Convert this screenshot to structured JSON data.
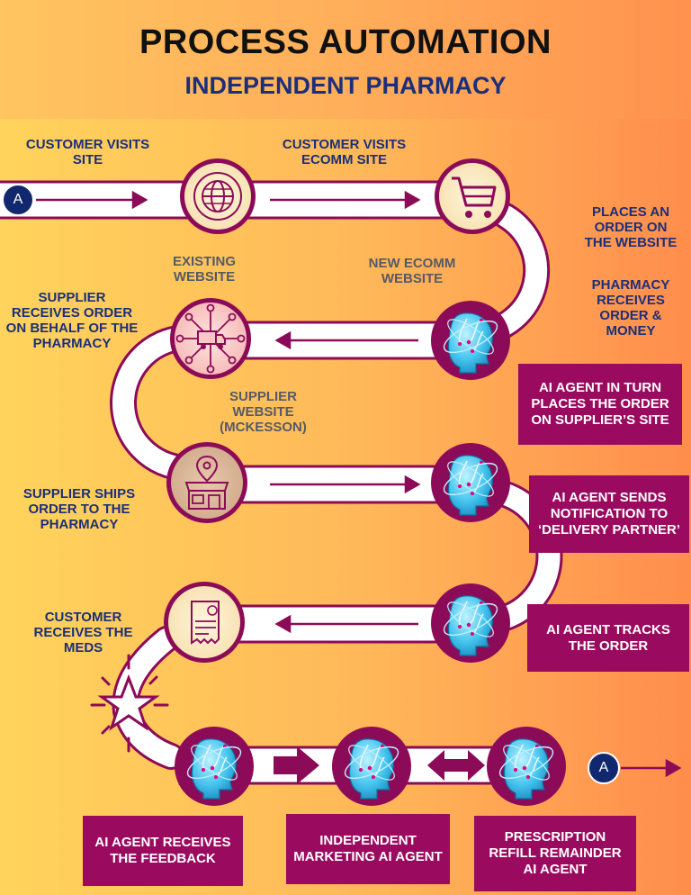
{
  "header": {
    "title": "PROCESS AUTOMATION",
    "subtitle": "INDEPENDENT PHARMACY"
  },
  "markers": {
    "start": "A",
    "end": "A"
  },
  "labels": {
    "customer_visits_site": "CUSTOMER VISITS SITE",
    "customer_visits_ecomm": "CUSTOMER VISITS ECOMM SITE",
    "places_order": "PLACES AN ORDER ON THE WEBSITE",
    "existing_website": "EXISTING WEBSITE",
    "new_ecomm_website": "NEW ECOMM WEBSITE",
    "pharmacy_receives": "PHARMACY RECEIVES ORDER & MONEY",
    "supplier_receives": "SUPPLIER RECEIVES ORDER ON BEHALF OF THE PHARMACY",
    "supplier_website": "SUPPLIER WEBSITE (MCKESSON)",
    "supplier_ships": "SUPPLIER  SHIPS ORDER TO THE PHARMACY",
    "customer_receives": "CUSTOMER RECEIVES THE MEDS"
  },
  "boxes": {
    "agent_places_order": "AI AGENT IN TURN PLACES THE ORDER ON SUPPLIER’S SITE",
    "agent_notification": "AI AGENT  SENDS NOTIFICATION TO ‘DELIVERY PARTNER’",
    "agent_tracks": "AI AGENT  TRACKS THE ORDER",
    "agent_feedback": "AI AGENT RECEIVES THE FEEDBACK",
    "marketing_agent": "INDEPENDENT MARKETING  AI AGENT",
    "refill_agent": "PRESCRIPTION REFILL REMAINDER  AI AGENT"
  },
  "icons": {
    "existing_website": "globe-icon",
    "ecomm_site": "shopping-cart-icon",
    "ai_agent": "ai-head-icon",
    "supplier_network": "network-truck-icon",
    "pharmacy_store": "store-location-icon",
    "receipt": "receipt-icon",
    "feedback": "star-icon"
  },
  "colors": {
    "accent": "#9a0a5e",
    "navy": "#1b2f7a",
    "marker": "#12286e",
    "path_fill": "#ffffff"
  }
}
